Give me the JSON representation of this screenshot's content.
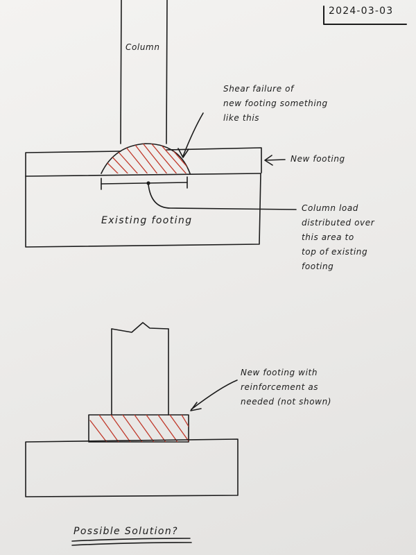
{
  "date": "2024-03-03",
  "figure1": {
    "column_label": "Column",
    "shear_note": "Shear failure of\nnew footing something\nlike this",
    "new_footing_label": "New footing",
    "existing_footing_label": "Existing footing",
    "load_note": "Column load\ndistributed over\nthis area to\ntop of existing\nfooting"
  },
  "figure2": {
    "note": "New footing with\nreinforcement as\nneeded (not shown)",
    "caption": "Possible Solution?"
  },
  "colors": {
    "ink": "#1b1b1b",
    "hatch": "#c0392b",
    "paper": "#f1f0ee"
  }
}
